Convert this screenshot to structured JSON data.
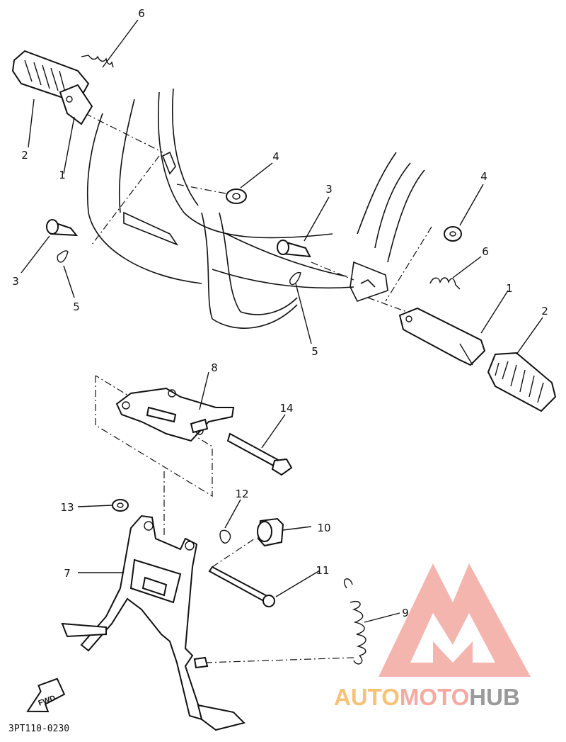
{
  "diagram": {
    "part_labels": {
      "l1": "1",
      "l2": "2",
      "l3": "3",
      "l4": "4",
      "l5": "5",
      "l6": "6",
      "r1": "1",
      "r2": "2",
      "r3": "3",
      "r4": "4",
      "r5": "5",
      "r6": "6",
      "p7": "7",
      "p8": "8",
      "p9": "9",
      "p10": "10",
      "p11": "11",
      "p12": "12",
      "p13": "13",
      "p14": "14"
    },
    "diagram_code": "3PT110-0230",
    "fwd_label": "FWD"
  },
  "watermark": {
    "part1": "AUTO",
    "part2": "MOTO",
    "part3": "HUB",
    "colors": {
      "accent": "#f4a9a2",
      "dark": "#b9b9b9"
    }
  }
}
